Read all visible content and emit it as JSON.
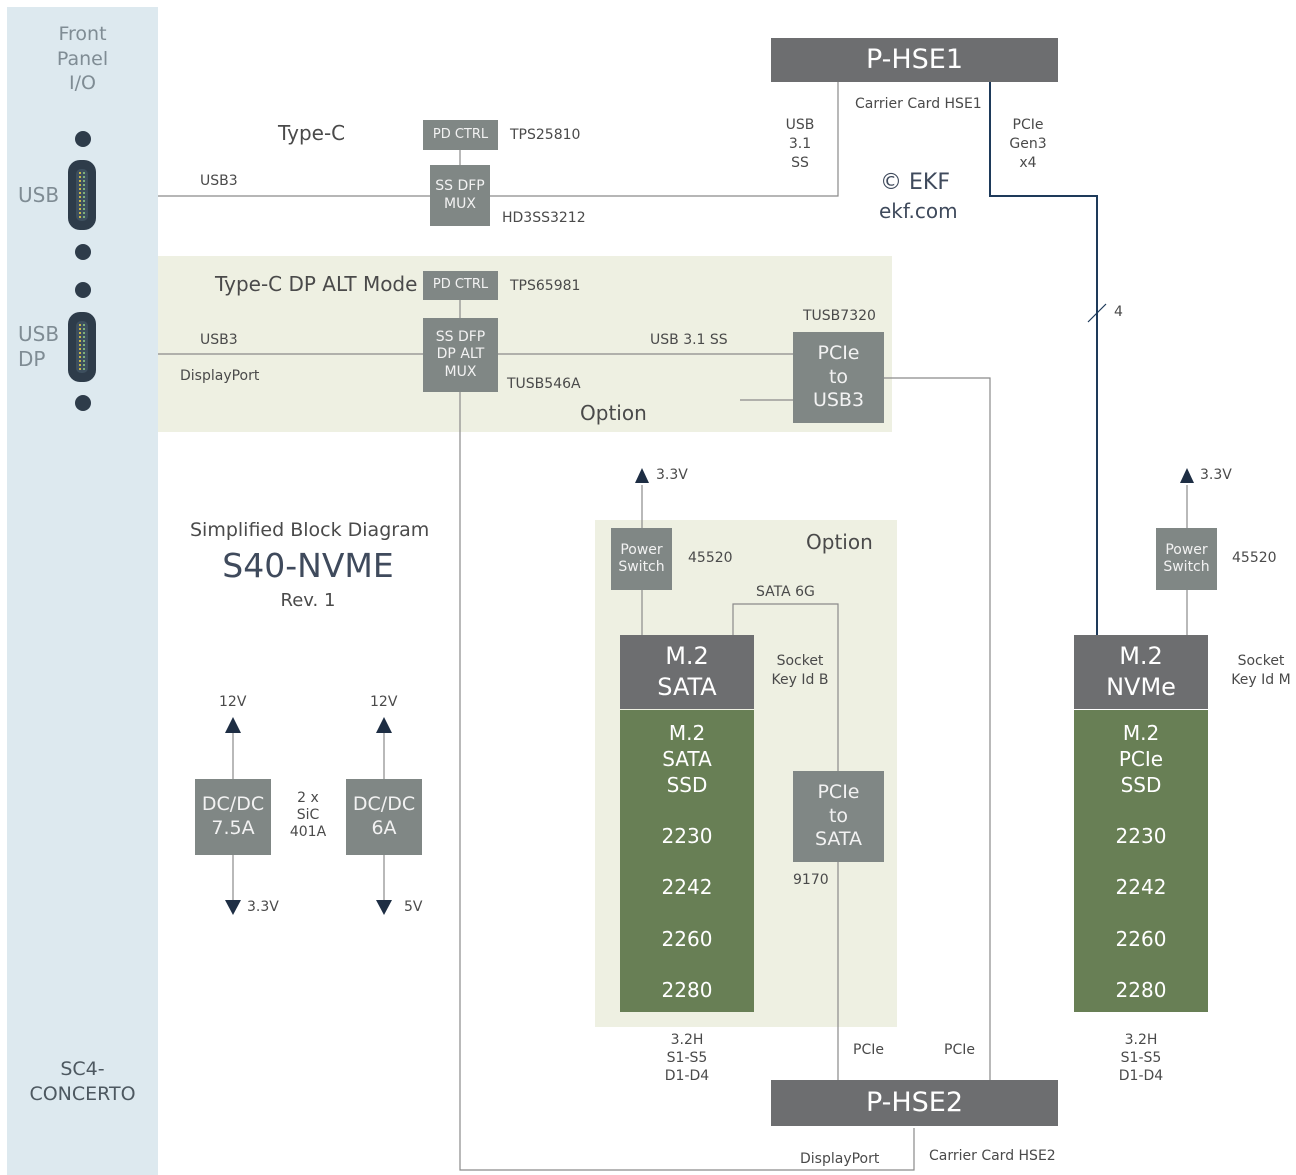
{
  "front_panel": {
    "title": "Front\nPanel\nI/O",
    "usb_label": "USB",
    "usb_dp_label": "USB\nDP",
    "board_name": "SC4-\nCONCERTO"
  },
  "hse1": {
    "title": "P-HSE1",
    "sub": "Carrier Card HSE1"
  },
  "hse2": {
    "title": "P-HSE2",
    "sub": "Carrier Card HSE2"
  },
  "copyright": "© EKF",
  "website": "ekf.com",
  "typec": {
    "title": "Type-C",
    "pd_ctrl": "PD CTRL",
    "pd_chip": "TPS25810",
    "mux": "SS DFP\nMUX",
    "mux_chip": "HD3SS3212",
    "usb3": "USB3",
    "usb_ss": "USB\n3.1\nSS"
  },
  "pcie_gen3": "PCIe\nGen3\nx4",
  "lanes": "4",
  "typec_dp": {
    "title": "Type-C DP ALT Mode",
    "pd_ctrl": "PD CTRL",
    "pd_chip": "TPS65981",
    "mux": "SS DFP\nDP ALT\nMUX",
    "mux_chip": "TUSB546A",
    "usb3": "USB3",
    "displayport": "DisplayPort",
    "usb31ss": "USB 3.1 SS",
    "option": "Option",
    "bridge_chip": "TUSB7320",
    "bridge": "PCIe\nto\nUSB3"
  },
  "diagram_title": {
    "line1": "Simplified Block Diagram",
    "line2": "S40-NVME",
    "line3": "Rev. 1"
  },
  "dcdc": {
    "a_in": "12V",
    "a_box": "DC/DC\n7.5A",
    "a_out": "3.3V",
    "b_in": "12V",
    "b_box": "DC/DC\n6A",
    "b_out": "5V",
    "chips": "2 x\nSiC\n401A"
  },
  "sata": {
    "supply": "3.3V",
    "power_switch": "Power\nSwitch",
    "switch_chip": "45520",
    "option": "Option",
    "sata6g": "SATA 6G",
    "header": "M.2\nSATA",
    "socket": "Socket\nKey Id B",
    "ssd_title": "M.2\nSATA\nSSD",
    "sizes": [
      "2230",
      "2242",
      "2260",
      "2280"
    ],
    "bridge": "PCIe\nto\nSATA",
    "bridge_chip": "9170",
    "power_states": "3.2H\nS1-S5\nD1-D4",
    "pcie": "PCIe"
  },
  "nvme": {
    "supply": "3.3V",
    "power_switch": "Power\nSwitch",
    "switch_chip": "45520",
    "header": "M.2\nNVMe",
    "socket": "Socket\nKey Id M",
    "ssd_title": "M.2\nPCIe\nSSD",
    "sizes": [
      "2230",
      "2242",
      "2260",
      "2280"
    ],
    "power_states": "3.2H\nS1-S5\nD1-D4"
  },
  "pcie_right": "PCIe",
  "displayport_bottom": "DisplayPort"
}
